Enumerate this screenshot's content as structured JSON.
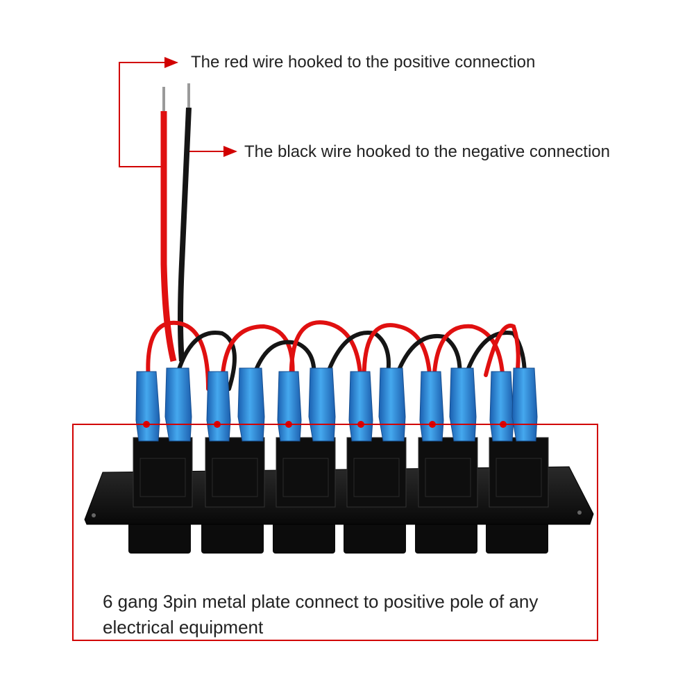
{
  "annotations": {
    "red_wire": "The red wire  hooked to the positive connection",
    "black_wire": "The black wire  hooked to the negative connection",
    "plate_line1": "6 gang 3pin metal plate connect to positive pole of any",
    "plate_line2": "electrical equipment"
  },
  "switch_count": 6,
  "colors": {
    "annotation": "#d10000",
    "red_wire": "#e01010",
    "black_wire": "#151515",
    "connector": "#2f8fe0",
    "panel": "#111111"
  }
}
